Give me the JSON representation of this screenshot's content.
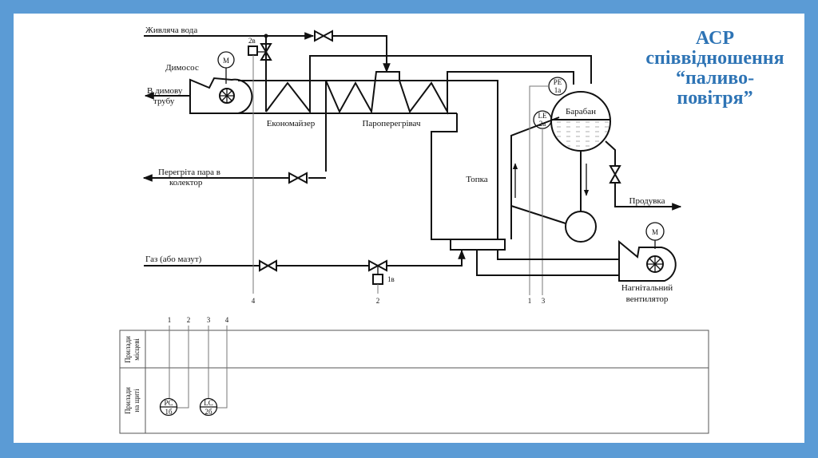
{
  "slide": {
    "title_lines": [
      "АСР",
      "співвідношення",
      "“паливо-",
      "повітря”"
    ],
    "colors": {
      "border": "#5b9bd5",
      "title": "#2e74b5",
      "background": "#ffffff",
      "lines": "#111111"
    }
  },
  "diagram": {
    "labels": {
      "feed_water": "Живляча вода",
      "smoke_exhauster": "Димосос",
      "to_chimney_1": "В димову",
      "to_chimney_2": "трубу",
      "economizer": "Економайзер",
      "superheater": "Пароперегрівач",
      "superheated_steam_1": "Перегріта пара в",
      "superheated_steam_2": "колектор",
      "furnace": "Топка",
      "drum": "Барабан",
      "blowdown": "Продувка",
      "gas_line": "Газ (або мазут)",
      "fan_1": "Нагнітальний",
      "fan_2": "вентилятор",
      "motor": "M"
    },
    "instruments": {
      "pe": {
        "top": "PE",
        "bottom": "1а"
      },
      "le": {
        "top": "LE",
        "bottom": "2а"
      },
      "pc": {
        "top": "PC",
        "bottom": "1б"
      },
      "lc": {
        "top": "LC",
        "bottom": "2б"
      },
      "actuator_1": "1в",
      "actuator_2": "2в"
    },
    "line_numbers": {
      "bottom": [
        "4",
        "2",
        "1",
        "3"
      ],
      "table": [
        "1",
        "2",
        "3",
        "4"
      ]
    },
    "table_rows": {
      "local": [
        "Прилади",
        "місцеві"
      ],
      "panel": [
        "Прилади",
        "на щиті"
      ]
    }
  }
}
